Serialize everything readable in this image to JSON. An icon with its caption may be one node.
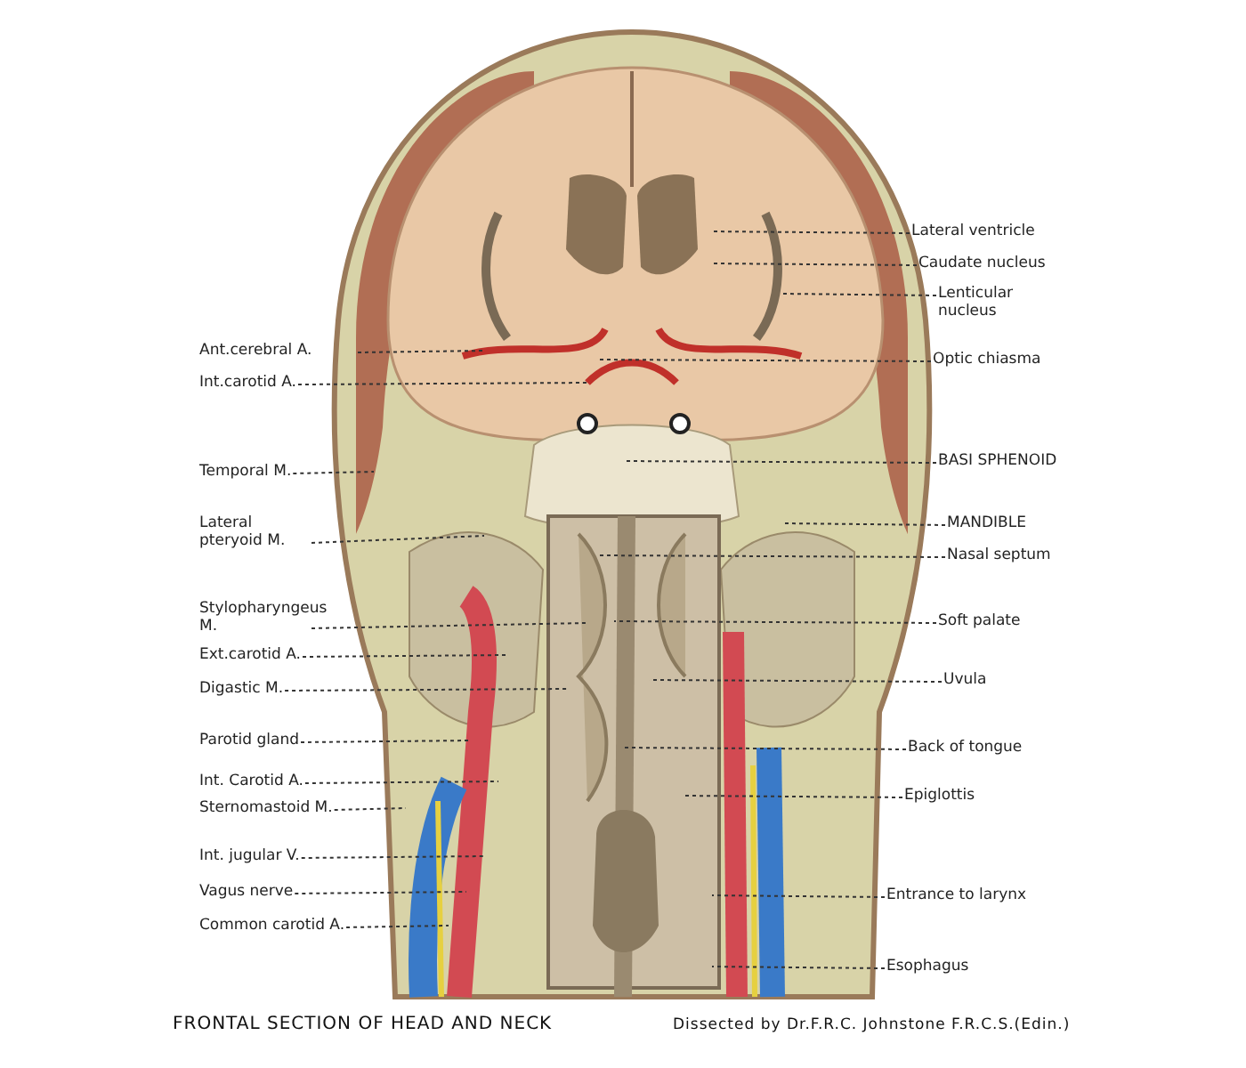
{
  "diagram": {
    "title": "FRONTAL SECTION OF HEAD AND NECK",
    "caption": "Dissected by Dr.F.R.C. Johnstone F.R.C.S.(Edin.)",
    "nodes": [
      {
        "text": [
          "Ant.cerebral A."
        ]
      },
      {
        "text": [
          "Int.carotid A."
        ]
      },
      {
        "text": [
          "Temporal M."
        ]
      },
      {
        "text": [
          "Lateral pteryoid M."
        ]
      },
      {
        "text": [
          "Stylopharyngeus M."
        ]
      },
      {
        "text": [
          "Ext.carotid A."
        ]
      },
      {
        "text": [
          "Digastic M."
        ]
      },
      {
        "text": [
          "Parotid gland"
        ]
      },
      {
        "text": [
          "Int. Carotid A."
        ]
      },
      {
        "text": [
          "Sternomastoid M."
        ]
      },
      {
        "text": [
          "Int. jugular V."
        ]
      },
      {
        "text": [
          "Vagus nerve"
        ]
      },
      {
        "text": [
          "Common carotid A."
        ]
      },
      {
        "text": [
          "Lateral ventricle"
        ]
      },
      {
        "text": [
          "Caudate nucleus"
        ]
      },
      {
        "text": [
          "Lenticular nucleus"
        ]
      },
      {
        "text": [
          "Optic chiasma"
        ]
      },
      {
        "text": [
          "BASI SPHENOID"
        ]
      },
      {
        "text": [
          "MANDIBLE"
        ]
      },
      {
        "text": [
          "Nasal septum"
        ]
      },
      {
        "text": [
          "Soft palate"
        ]
      },
      {
        "text": [
          "Uvula"
        ]
      },
      {
        "text": [
          "Back of tongue"
        ]
      },
      {
        "text": [
          "Epiglottis"
        ]
      },
      {
        "text": [
          "Entrance to larynx"
        ]
      },
      {
        "text": [
          "Esophagus"
        ]
      }
    ],
    "edges": [
      {
        "from": 0,
        "to": null,
        "arrow": "none"
      },
      {
        "from": 1,
        "to": null,
        "arrow": "none"
      },
      {
        "from": 2,
        "to": null,
        "arrow": "none"
      },
      {
        "from": 3,
        "to": null,
        "arrow": "none"
      },
      {
        "from": 4,
        "to": null,
        "arrow": "none"
      },
      {
        "from": 5,
        "to": null,
        "arrow": "none"
      },
      {
        "from": 6,
        "to": null,
        "arrow": "none"
      },
      {
        "from": 7,
        "to": null,
        "arrow": "none"
      },
      {
        "from": 8,
        "to": null,
        "arrow": "none"
      },
      {
        "from": 9,
        "to": null,
        "arrow": "none"
      },
      {
        "from": 10,
        "to": null,
        "arrow": "none"
      },
      {
        "from": 11,
        "to": null,
        "arrow": "none"
      },
      {
        "from": 12,
        "to": null,
        "arrow": "none"
      },
      {
        "from": 13,
        "to": null,
        "arrow": "none"
      },
      {
        "from": 14,
        "to": null,
        "arrow": "none"
      },
      {
        "from": 15,
        "to": null,
        "arrow": "none"
      },
      {
        "from": 16,
        "to": null,
        "arrow": "none"
      },
      {
        "from": 17,
        "to": null,
        "arrow": "none"
      },
      {
        "from": 18,
        "to": null,
        "arrow": "none"
      },
      {
        "from": 19,
        "to": null,
        "arrow": "none"
      },
      {
        "from": 20,
        "to": null,
        "arrow": "none"
      },
      {
        "from": 21,
        "to": null,
        "arrow": "none"
      },
      {
        "from": 22,
        "to": null,
        "arrow": "none"
      },
      {
        "from": 23,
        "to": null,
        "arrow": "none"
      },
      {
        "from": 24,
        "to": null,
        "arrow": "none"
      },
      {
        "from": 25,
        "to": null,
        "arrow": "none"
      }
    ]
  }
}
